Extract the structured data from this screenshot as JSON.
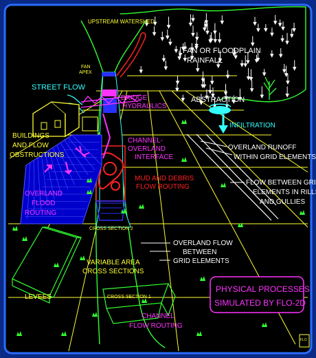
{
  "labels": {
    "upstream_watershed": "UPSTREAM WATERSHED",
    "fan_apex_1": "FAN",
    "fan_apex_2": "APEX",
    "fan_rainfall_1": "FAN OR FLOODPLAIN",
    "fan_rainfall_2": "RAINFALL",
    "street_flow": "STREET FLOW",
    "bridge_1": "BRIDGE",
    "bridge_2": "HYDRAULICS",
    "abstraction": "ABSTRACTION",
    "infiltration": "INFILTRATION",
    "buildings_1": "BUILDINGS",
    "buildings_2": "AND FLOW",
    "buildings_3": "OBSTRUCTIONS",
    "channel_overland_1": "CHANNEL-",
    "channel_overland_2": "OVERLAND",
    "channel_overland_3": "INTERFACE",
    "overland_runoff_1": "OVERLAND RUNOFF",
    "overland_runoff_2": "WITHIN GRID ELEMENTS",
    "mud_1": "MUD AND DEBRIS",
    "mud_2": "FLOW ROUTING",
    "flow_rills_1": "FLOW BETWEEN GRID",
    "flow_rills_2": "ELEMENTS IN RILLS",
    "flow_rills_3": "AND GULLIES",
    "overland_flood_1": "OVERLAND",
    "overland_flood_2": "FLOOD",
    "overland_flood_3": "ROUTING",
    "cross_section_2": "CROSS SECTION 2",
    "overland_flow_1": "OVERLAND FLOW",
    "overland_flow_2": "BETWEEN",
    "overland_flow_3": "GRID ELEMENTS",
    "variable_area_1": "VARIABLE AREA",
    "variable_area_2": "CROSS SECTIONS",
    "levees": "LEVEES",
    "cross_section_1": "CROSS SECTION 1",
    "channel_routing_1": "CHANNEL",
    "channel_routing_2": "FLOW ROUTING",
    "title_1": "PHYSICAL PROCESSES",
    "title_2": "SIMULATED BY FLO-2D",
    "logo": "FLO"
  },
  "colors": {
    "background": "#0a2a86",
    "border": "#2a6cff",
    "inner_bg": "#000000",
    "yellow": "#ffff33",
    "cyan": "#33ffff",
    "magenta": "#ff33ff",
    "red": "#ff2222",
    "green": "#33ff33",
    "white": "#ffffff",
    "grid_blue": "#2a30ff"
  }
}
